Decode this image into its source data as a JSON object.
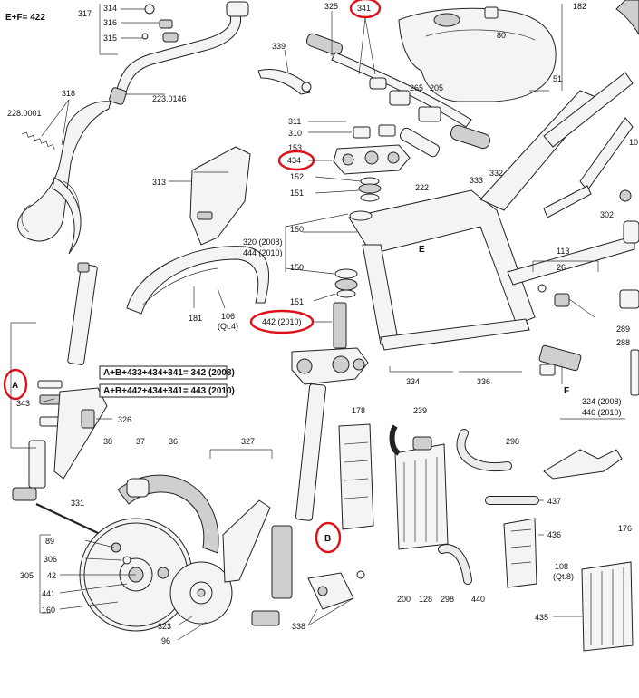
{
  "header": {
    "code": "E+F= 422"
  },
  "formulas": [
    "A+B+433+434+341= 342 (2008)",
    "A+B+442+434+341= 443 (2010)"
  ],
  "circled": [
    "341",
    "434",
    "442 (2010)",
    "A",
    "B"
  ],
  "labels": {
    "n317": "317",
    "n314": "314",
    "n316": "316",
    "n315": "315",
    "n325": "325",
    "n341": "341",
    "n80": "80",
    "n182": "182",
    "n339": "339",
    "n318": "318",
    "n2230146": "223.0146",
    "n2280001": "228.0001",
    "n265": "265",
    "n205": "205",
    "n51": "51",
    "n311": "311",
    "n310": "310",
    "n153": "153",
    "n434": "434",
    "n332": "332",
    "n333": "333",
    "n152": "152",
    "n151a": "151",
    "n150a": "150",
    "n222": "222",
    "n313": "313",
    "n320": "320 (2008)",
    "n444": "444 (2010)",
    "nE": "E",
    "n150b": "150",
    "n151b": "151",
    "n442": "442 (2010)",
    "n113": "113",
    "n26": "26",
    "n181": "181",
    "n106": "106",
    "n106q": "(Qt.4)",
    "nA": "A",
    "n343": "343",
    "n334": "334",
    "n336": "336",
    "nF": "F",
    "n289": "289",
    "n288": "288",
    "n302": "302",
    "n10": "10",
    "n326": "326",
    "n38": "38",
    "n37": "37",
    "n36": "36",
    "n327": "327",
    "n178": "178",
    "n239": "239",
    "n298a": "298",
    "n324": "324 (2008)",
    "n446": "446 (2010)",
    "n331": "331",
    "n89": "89",
    "n306": "306",
    "n305": "305",
    "n42": "42",
    "n441": "441",
    "n160": "160",
    "nB": "B",
    "n437": "437",
    "n436": "436",
    "n108": "108",
    "n108q": "(Qt.8)",
    "n176": "176",
    "n200": "200",
    "n128": "128",
    "n298b": "298",
    "n440": "440",
    "n338": "338",
    "n323": "323",
    "n96": "96",
    "n435": "435"
  }
}
